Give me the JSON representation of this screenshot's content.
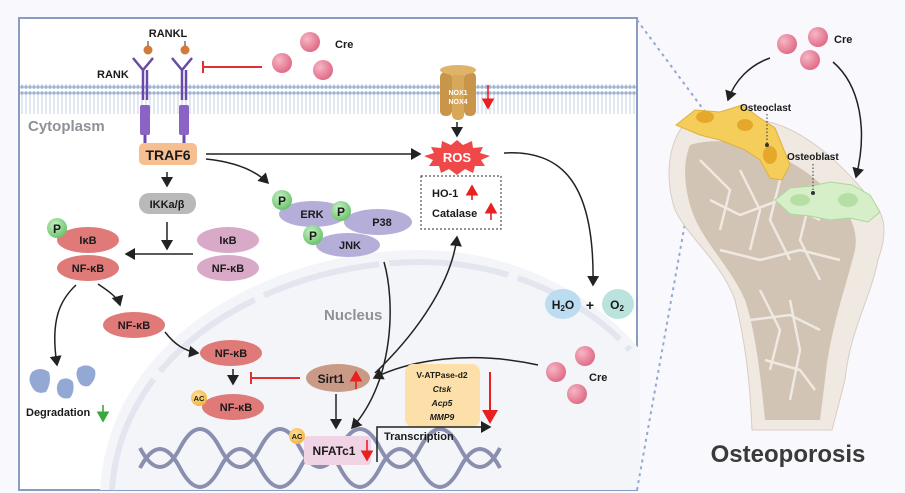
{
  "cell": {
    "ligand": "RANKL",
    "receptor": "RANK",
    "compound": "Cre",
    "cytoplasm_label": "Cytoplasm",
    "nucleus_label": "Nucleus",
    "traf6": "TRAF6",
    "ikk": "IKKa/β",
    "ikb": "IκB",
    "nfkb": "NF-κB",
    "phospho": "P",
    "acetyl": "AC",
    "degradation": "Degradation",
    "erk": "ERK",
    "p38": "P38",
    "jnk": "JNK",
    "nox1": "NOX1",
    "nox4": "NOX4",
    "ros": "ROS",
    "ho1": "HO-1",
    "catalase": "Catalase",
    "h2o_main": "H",
    "h2o_sub": "2",
    "h2o_tail": "O",
    "plus": "+",
    "o2_main": "O",
    "o2_sub": "2",
    "sirt1": "Sirt1",
    "nfatc1": "NFATc1",
    "transcription": "Transcription",
    "genes": [
      "V-ATPase-d2",
      "Ctsk",
      "Acp5",
      "MMP9"
    ]
  },
  "bone": {
    "compound": "Cre",
    "osteoclast": "Osteoclast",
    "osteoblast": "Osteoblast",
    "title": "Osteoporosis"
  },
  "colors": {
    "up_arrow": "#e82020",
    "down_arrow": "#e82020",
    "green_arrow": "#3aa83a",
    "inhibit": "#e03030",
    "nfkb_red": "#e07a78",
    "pink_complex": "#d9a9c8",
    "mapk_purple": "#b5aed9",
    "traf6": "#f6bf92",
    "sirt1": "#c99a85",
    "ros": "#f04848",
    "gene_box": "#fde0a9",
    "nfatc1_box": "#f0d4e6"
  }
}
